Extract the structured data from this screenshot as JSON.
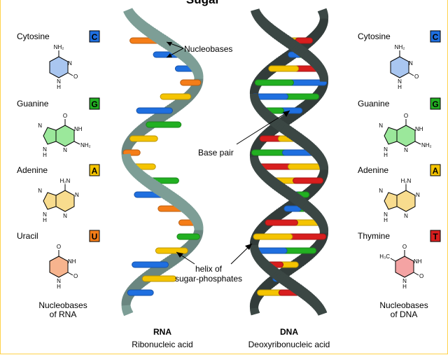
{
  "title_partial": "Sugar",
  "colors": {
    "cytosine": "#1f6fe0",
    "guanine": "#22b022",
    "adenine": "#f5c400",
    "uracil": "#f57d18",
    "thymine": "#d81e1e",
    "rna_backbone": "#7d9e96",
    "dna_backbone": "#3b4744",
    "frame": "#ffd24a"
  },
  "rna_bases": [
    {
      "name": "Cytosine",
      "letter": "C",
      "atoms": [
        "NH₂",
        "N",
        "O",
        "N",
        "H"
      ],
      "fill": "#a9c6f0"
    },
    {
      "name": "Guanine",
      "letter": "G",
      "atoms": [
        "O",
        "NH",
        "NH₂",
        "N",
        "N",
        "N",
        "H"
      ],
      "fill": "#9be89b"
    },
    {
      "name": "Adenine",
      "letter": "A",
      "atoms": [
        "H₂N",
        "N",
        "N",
        "N",
        "N",
        "H"
      ],
      "fill": "#f8dc8e"
    },
    {
      "name": "Uracil",
      "letter": "U",
      "atoms": [
        "O",
        "NH",
        "O",
        "N",
        "H"
      ],
      "fill": "#f7b48e"
    }
  ],
  "dna_bases": [
    {
      "name": "Cytosine",
      "letter": "C",
      "atoms": [
        "NH₂",
        "N",
        "O",
        "N",
        "H"
      ],
      "fill": "#a9c6f0"
    },
    {
      "name": "Guanine",
      "letter": "G",
      "atoms": [
        "O",
        "NH",
        "NH₂",
        "N",
        "N",
        "N",
        "H"
      ],
      "fill": "#9be89b"
    },
    {
      "name": "Adenine",
      "letter": "A",
      "atoms": [
        "H₂N",
        "N",
        "N",
        "N",
        "N",
        "H"
      ],
      "fill": "#f8dc8e"
    },
    {
      "name": "Thymine",
      "letter": "T",
      "atoms": [
        "O",
        "H₃C",
        "NH",
        "O",
        "N",
        "H"
      ],
      "fill": "#f4a3a3"
    }
  ],
  "captions": {
    "rna_left": [
      "Nucleobases",
      "of RNA"
    ],
    "dna_right": [
      "Nucleobases",
      "of DNA"
    ]
  },
  "annotations": {
    "nucleobases": "Nucleobases",
    "base_pair": "Base pair",
    "helix": [
      "helix of",
      "sugar-phosphates"
    ]
  },
  "strands": {
    "rna": {
      "abbr": "RNA",
      "full": "Ribonucleic acid"
    },
    "dna": {
      "abbr": "DNA",
      "full": "Deoxyribonucleic acid"
    }
  }
}
